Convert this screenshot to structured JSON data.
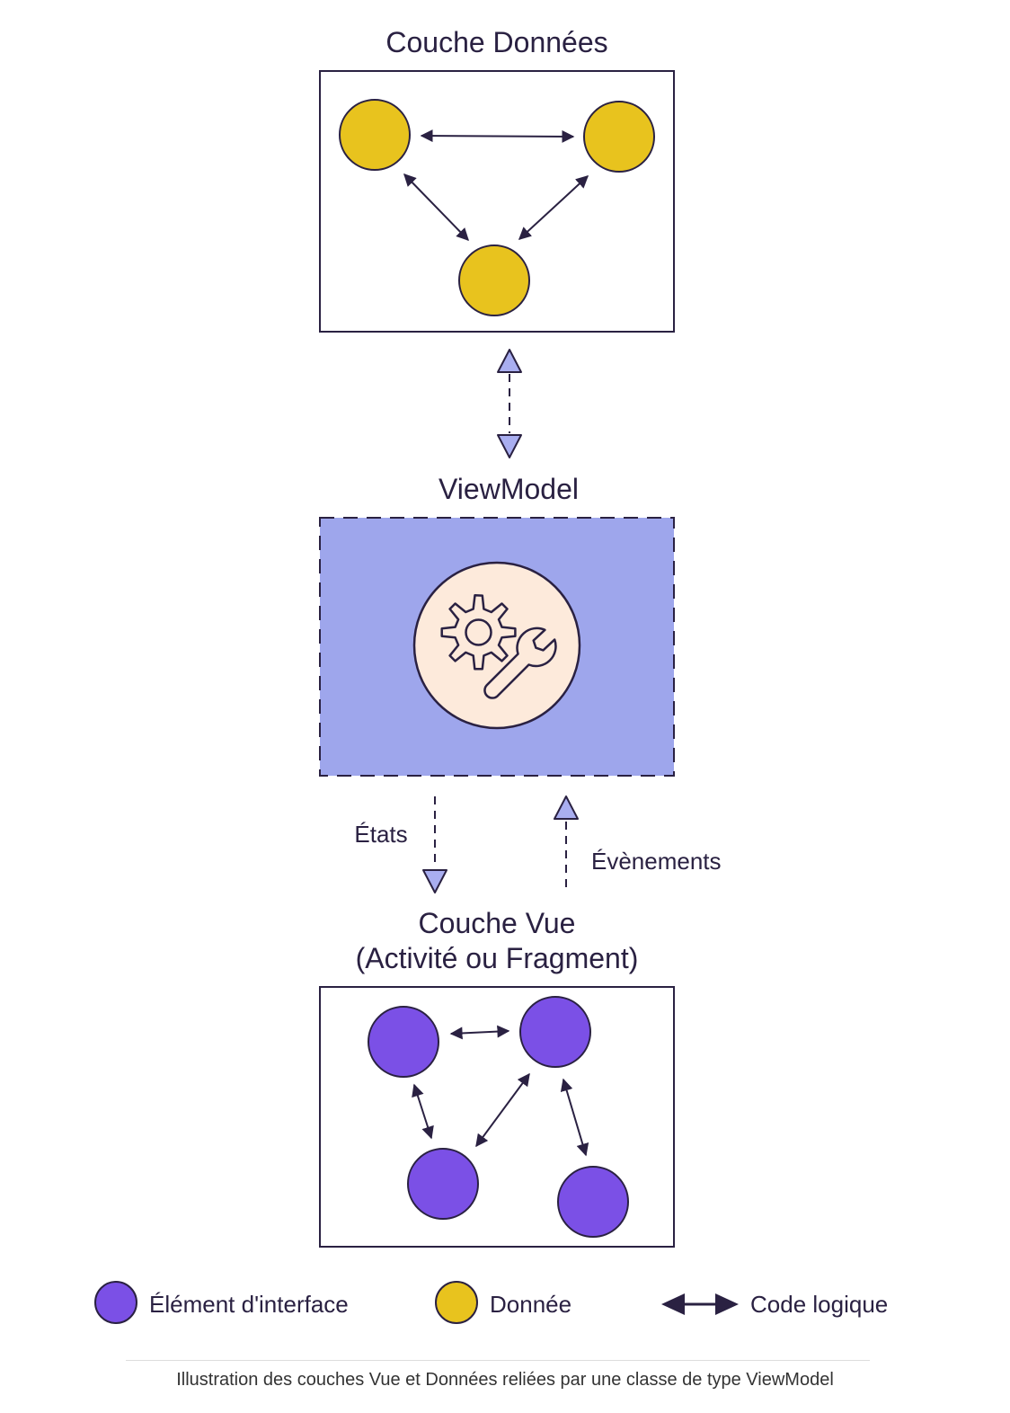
{
  "colors": {
    "ink": "#2a2142",
    "data_node": "#e8c31e",
    "ui_node": "#7b50e6",
    "viewmodel_fill": "#9ea6ec",
    "connector": "#a9aef0",
    "icon_disc": "#fdeadb"
  },
  "data_layer": {
    "title": "Couche Données"
  },
  "viewmodel": {
    "title": "ViewModel",
    "icon": "gear-wrench-icon"
  },
  "flows": {
    "states_label": "États",
    "events_label": "Évènements"
  },
  "view_layer": {
    "title_line1": "Couche Vue",
    "title_line2": "(Activité ou Fragment)"
  },
  "legend": {
    "ui_element": "Élément d'interface",
    "data": "Donnée",
    "logic": "Code logique"
  },
  "caption": "Illustration des couches Vue et Données reliées par une classe de type ViewModel"
}
